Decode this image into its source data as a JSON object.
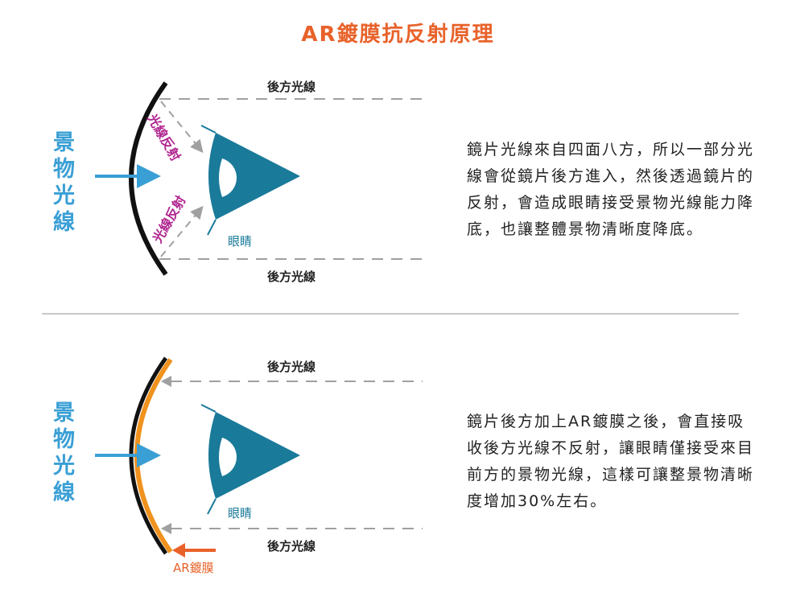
{
  "title": "AR鍍膜抗反射原理",
  "colors": {
    "title": "#e8622a",
    "eye": "#1a7a9a",
    "arrow": "#3a9fd5",
    "reflect_label": "#b0258f",
    "coating": "#f0921e",
    "gray": "#a0a0a0"
  },
  "panel_top": {
    "scene_label": "景物光線",
    "back_light_top": "後方光線",
    "back_light_bottom": "後方光線",
    "reflect_label_top": "光線反射",
    "reflect_label_bottom": "光線反射",
    "eye_label": "眼睛",
    "description": "鏡片光線來自四面八方，所以一部分光線會從鏡片後方進入，然後透過鏡片的反射，會造成眼睛接受景物光線能力降底，也讓整體景物清晰度降底。"
  },
  "panel_bottom": {
    "scene_label": "景物光線",
    "back_light_top": "後方光線",
    "back_light_bottom": "後方光線",
    "eye_label": "眼睛",
    "coating_label": "AR鍍膜",
    "description": "鏡片後方加上AR鍍膜之後，會直接吸收後方光線不反射，讓眼睛僅接受來目前方的景物光線，這樣可讓整景物清晰度增加30%左右。"
  }
}
